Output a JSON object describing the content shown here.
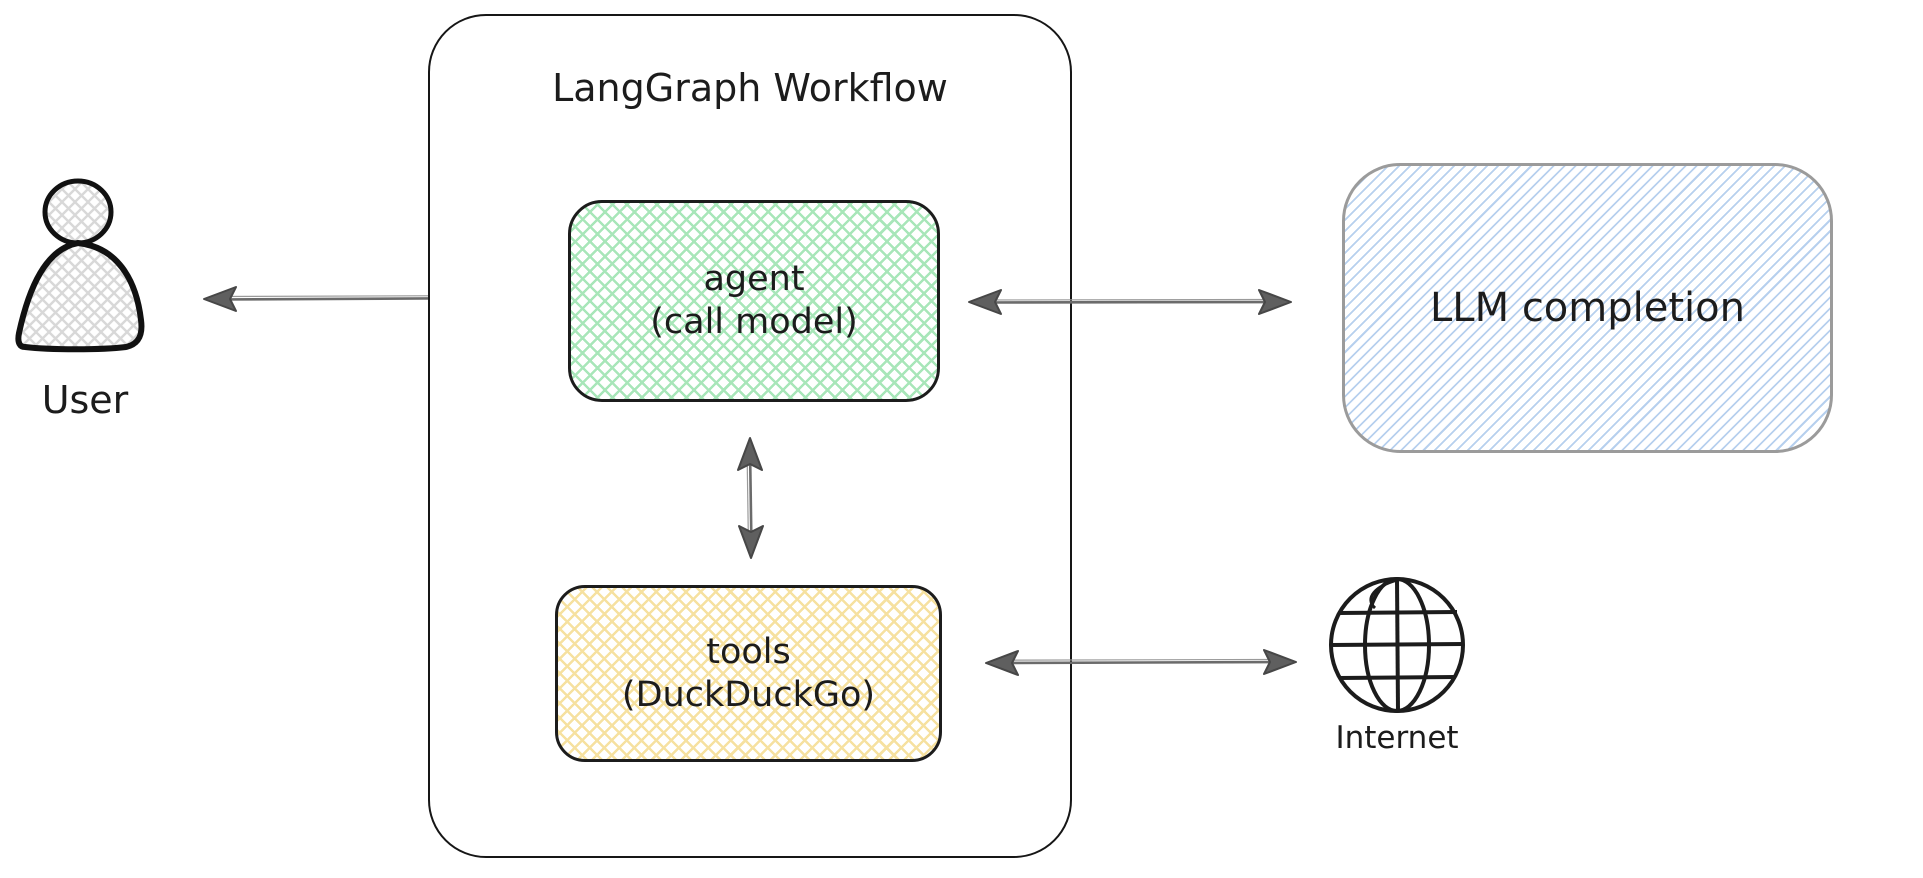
{
  "diagram": {
    "title": "LangGraph Workflow",
    "nodes": {
      "user": {
        "label": "User"
      },
      "agent": {
        "label": "agent",
        "sublabel": "(call model)"
      },
      "tools": {
        "label": "tools",
        "sublabel": "(DuckDuckGo)"
      },
      "llm": {
        "label": "LLM completion"
      },
      "internet": {
        "label": "Internet"
      }
    },
    "edges": [
      {
        "from": "User",
        "to": "agent (call model)",
        "direction": "bidirectional"
      },
      {
        "from": "agent (call model)",
        "to": "LLM completion",
        "direction": "bidirectional"
      },
      {
        "from": "agent (call model)",
        "to": "tools (DuckDuckGo)",
        "direction": "bidirectional"
      },
      {
        "from": "tools (DuckDuckGo)",
        "to": "Internet",
        "direction": "bidirectional"
      }
    ],
    "colors": {
      "stroke_dark": "#1c1c1c",
      "agent_hatch_green": "#a8e6b9",
      "tools_hatch_yellow": "#f6e1a0",
      "llm_hatch_blue": "#b7d0ee",
      "llm_border_gray": "#9b9b9b",
      "arrow_gray": "#5f5f5f",
      "user_hatch_gray": "#d8d8d8"
    }
  }
}
